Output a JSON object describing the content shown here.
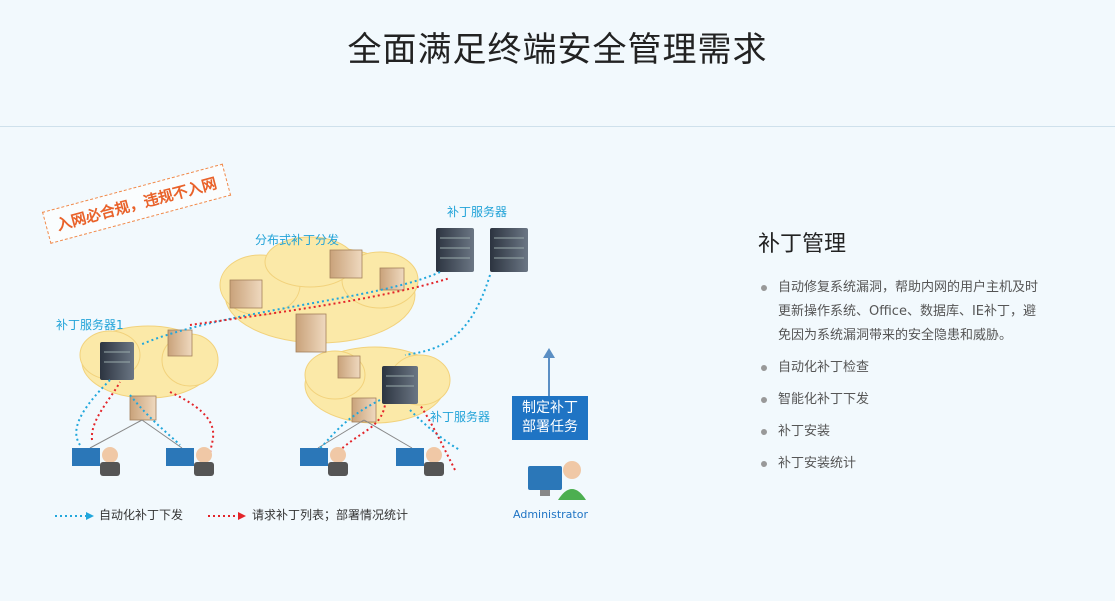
{
  "page_title": "全面满足终端安全管理需求",
  "diagram": {
    "stamp_text": "入网必合规，违规不入网",
    "distribution_label": "分布式补丁分发",
    "top_server_label": "补丁服务器",
    "left_server_label": "补丁服务器1",
    "right_server_label": "补丁服务器",
    "task_line1": "制定补丁",
    "task_line2": "部署任务",
    "admin_label": "Administrator",
    "legend_blue": "自动化补丁下发",
    "legend_red": "请求补丁列表；部署情况统计",
    "colors": {
      "blue": "#21a7dc",
      "red": "#e3252a",
      "cloud": "#fbe8a6",
      "task": "#1f74c4"
    }
  },
  "panel": {
    "title": "补丁管理",
    "items": [
      "自动修复系统漏洞，帮助内网的用户主机及时更新操作系统、Office、数据库、IE补丁，避免因为系统漏洞带来的安全隐患和威胁。",
      "自动化补丁检查",
      "智能化补丁下发",
      "补丁安装",
      "补丁安装统计"
    ]
  }
}
